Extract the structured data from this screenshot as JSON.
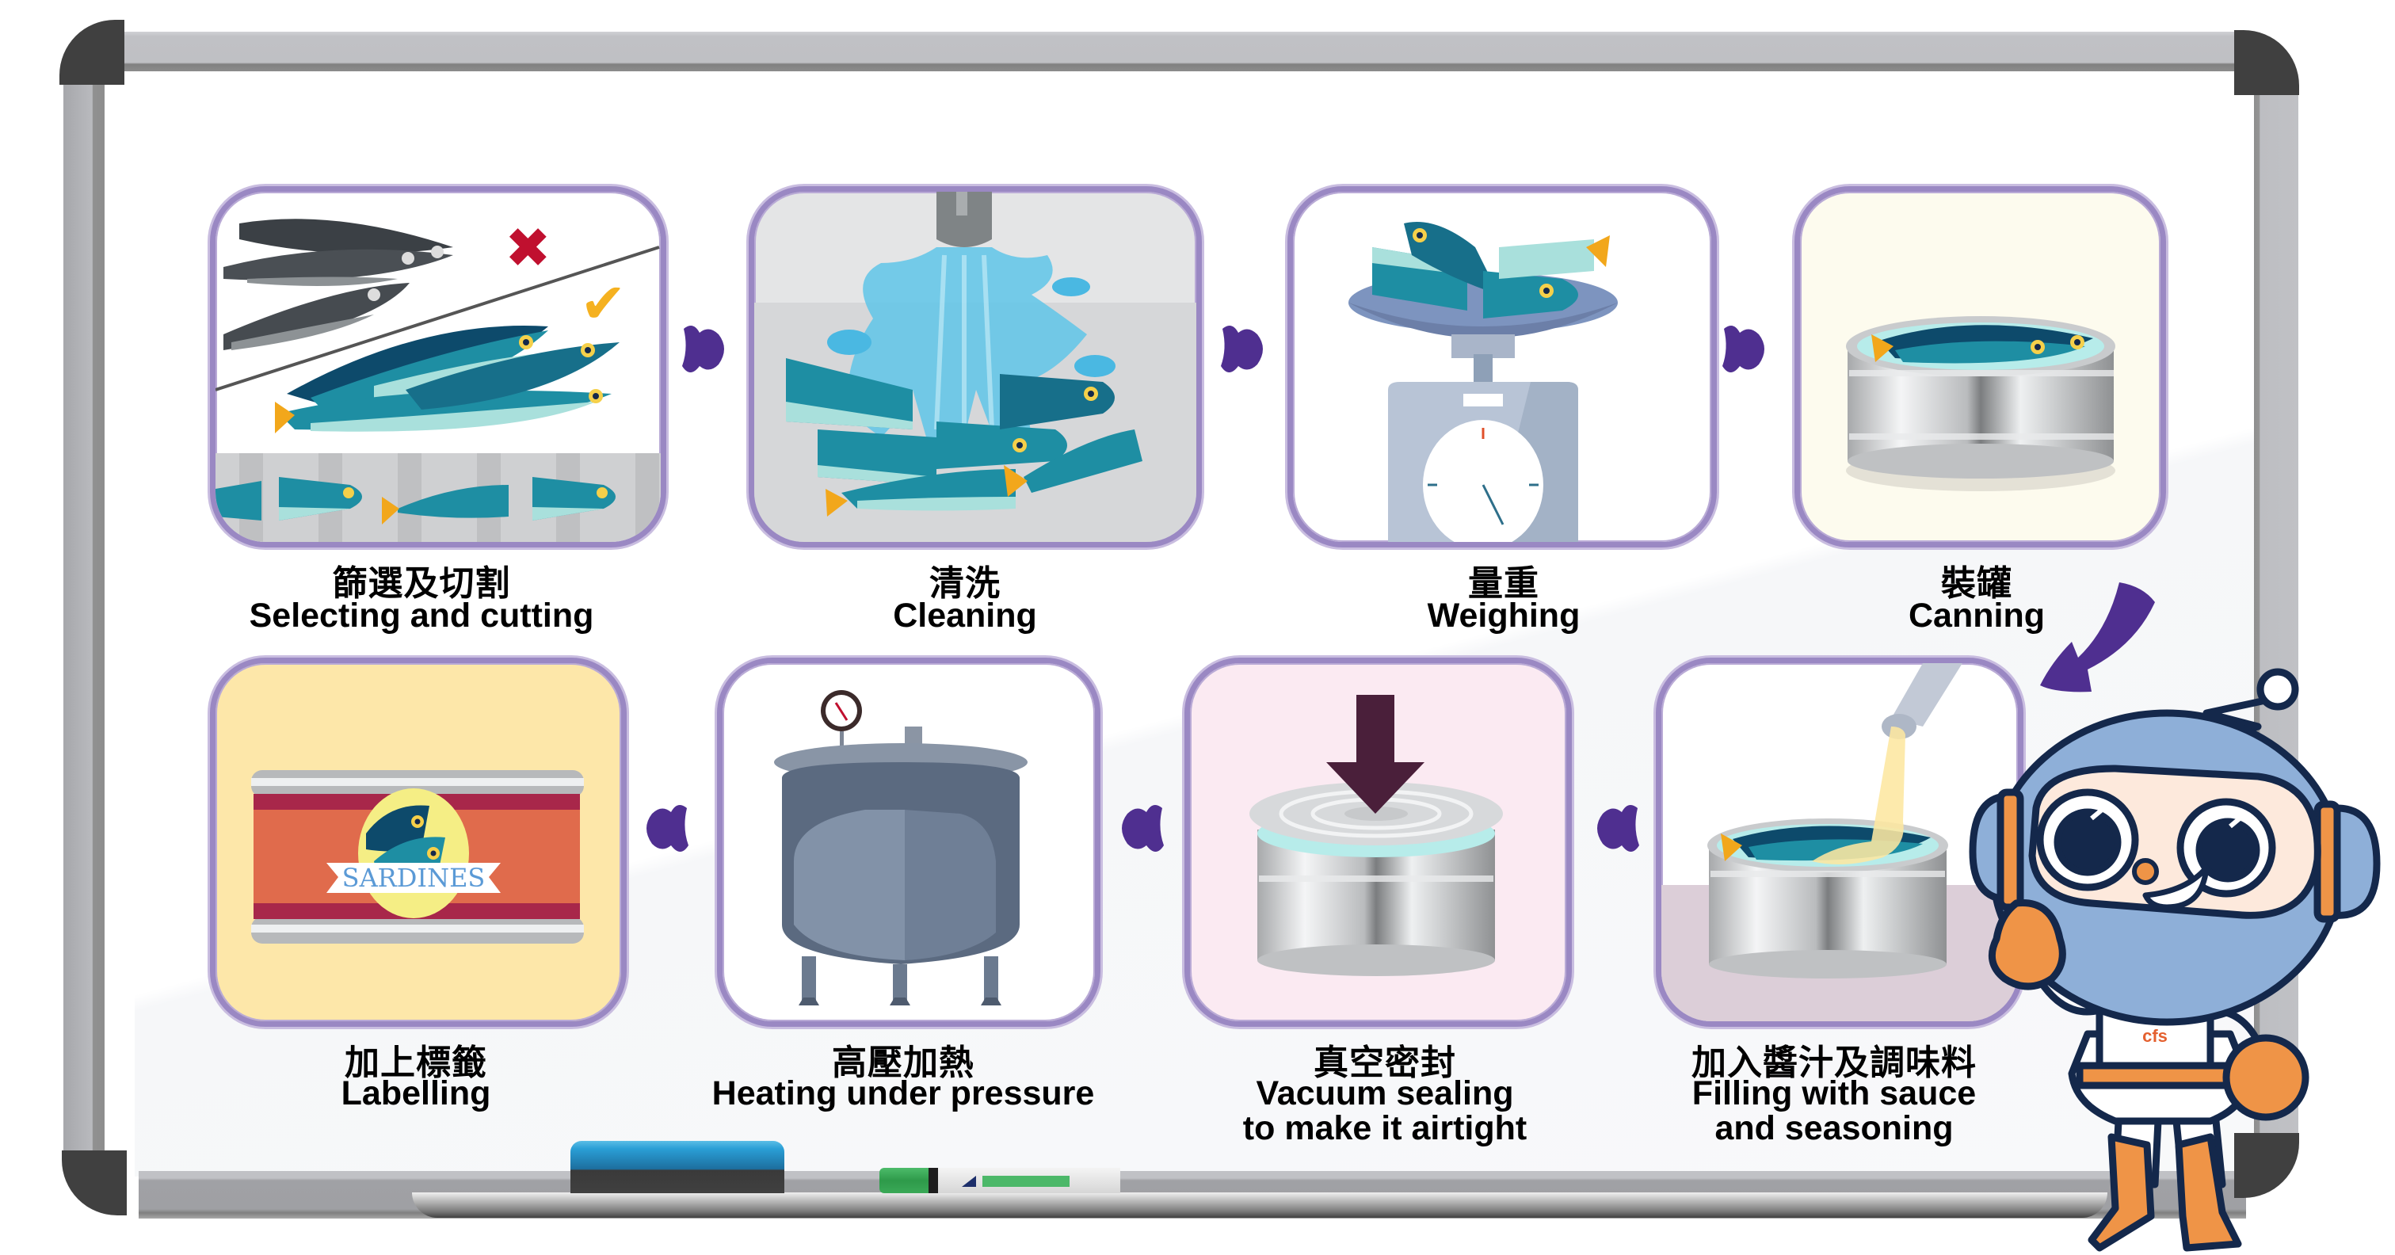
{
  "title": "Sardine canning process",
  "colors": {
    "arrow": "#4f2f90",
    "panel_border": "#9a88c3",
    "frame_bar": "#c0c1c5",
    "frame_corner": "#404040",
    "fish_dark": "#0d4a6b",
    "fish_teal": "#1e8ea3",
    "fish_light": "#a9e0dc",
    "fin_yellow": "#f2a71b",
    "reject_x": "#c0102f",
    "accept_check": "#f5b120",
    "mascot_helmet": "#8eafd8",
    "mascot_orange": "#ef9447",
    "mascot_outline": "#14284b"
  },
  "steps": [
    {
      "index": 1,
      "label_zh": "篩選及切割",
      "label_en": "Selecting and cutting",
      "illustration": "fish-selection-icon",
      "background": "#ffffff"
    },
    {
      "index": 2,
      "label_zh": "清洗",
      "label_en": "Cleaning",
      "illustration": "water-tap-icon",
      "background": "#d9dadb"
    },
    {
      "index": 3,
      "label_zh": "量重",
      "label_en": "Weighing",
      "illustration": "weighing-scale-icon",
      "background": "#ffffff"
    },
    {
      "index": 4,
      "label_zh": "裝罐",
      "label_en": "Canning",
      "illustration": "open-can-icon",
      "background": "#fdfbee"
    },
    {
      "index": 5,
      "label_zh": "加入醬汁及調味料",
      "label_en": "Filling with sauce\nand seasoning",
      "illustration": "sauce-pour-icon",
      "background": "#ffffff"
    },
    {
      "index": 6,
      "label_zh": "真空密封",
      "label_en": "Vacuum sealing\nto make it airtight",
      "illustration": "sealed-can-icon",
      "background": "#fbeaf2"
    },
    {
      "index": 7,
      "label_zh": "高壓加熱",
      "label_en": "Heating under pressure",
      "illustration": "pressure-tank-icon",
      "background": "#ffffff"
    },
    {
      "index": 8,
      "label_zh": "加上標籤",
      "label_en": "Labelling",
      "illustration": "labelled-can-icon",
      "background": "#fde7a9"
    }
  ],
  "can_label": {
    "text": "SARDINES"
  },
  "marks": {
    "reject": "✖",
    "accept": "✔"
  },
  "mascot": {
    "name": "astronaut-mascot",
    "badge": "cfs"
  }
}
